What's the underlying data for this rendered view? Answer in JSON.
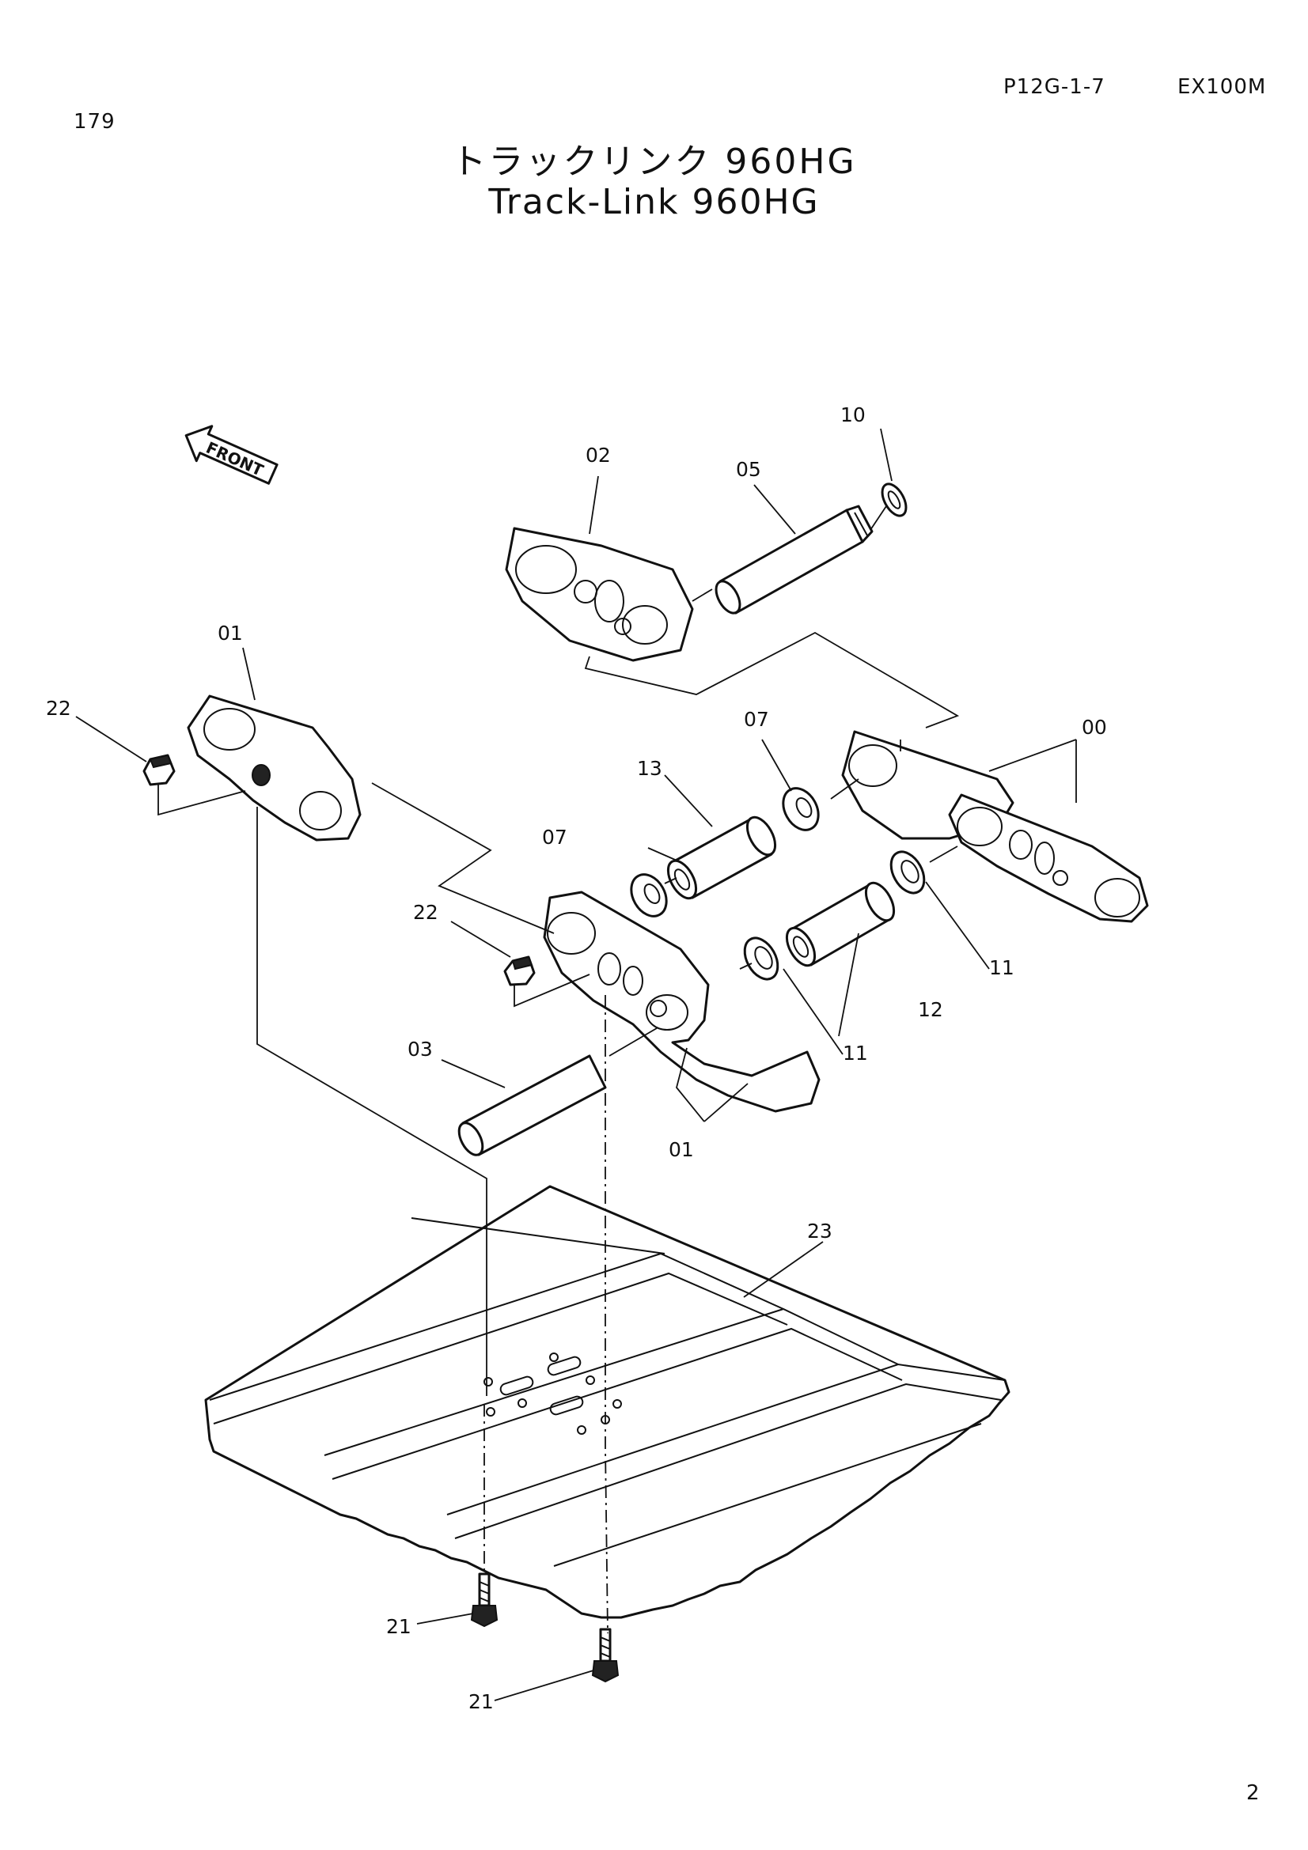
{
  "header": {
    "page_number": "179",
    "catalog_code": "P12G-1-7",
    "model": "EX100M",
    "sheet_number": "2"
  },
  "title": {
    "japanese": "トラックリンク 960HG",
    "english": "Track-Link 960HG"
  },
  "diagram": {
    "front_label": "FRONT",
    "callouts": [
      "10",
      "02",
      "05",
      "01",
      "22",
      "00",
      "07",
      "13",
      "07",
      "22",
      "11",
      "11",
      "12",
      "03",
      "01",
      "23",
      "21",
      "21"
    ]
  }
}
